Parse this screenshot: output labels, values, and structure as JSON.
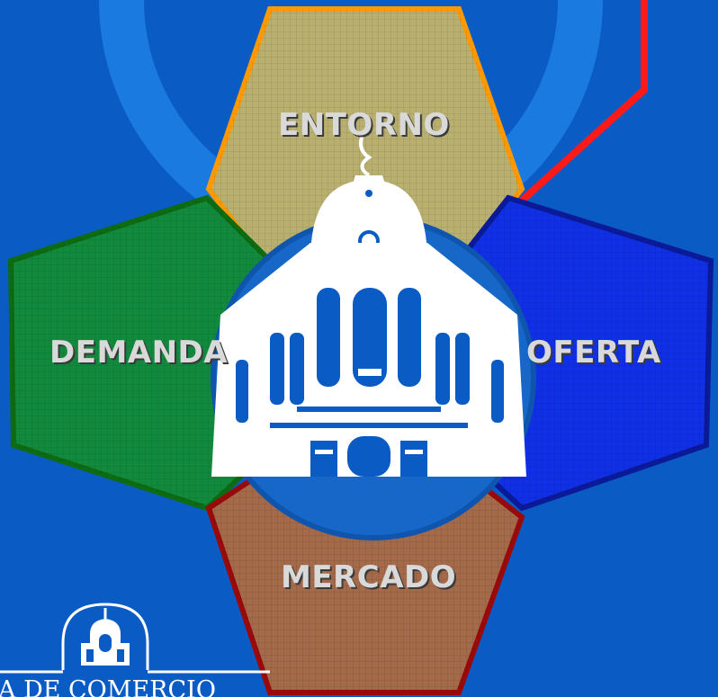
{
  "segments": {
    "top": {
      "label": "ENTORNO",
      "fill": "#b9b070",
      "stroke": "#ff9900"
    },
    "left": {
      "label": "DEMANDA",
      "fill": "#128a3e",
      "stroke": "#0d6b12"
    },
    "right": {
      "label": "OFERTA",
      "fill": "#1030e6",
      "stroke": "#0b1a99"
    },
    "bottom": {
      "label": "MERCADO",
      "fill": "#a46a4a",
      "stroke": "#9a0a0a"
    }
  },
  "colors": {
    "background": "#0a5bc4",
    "ring": "#1a7ae0",
    "center_disc": "#1767c9",
    "connector_line": "#ff1a1a"
  },
  "footer": {
    "text": "ASA DE COMERCIO"
  },
  "icons": {
    "building": "building-icon",
    "small_logo": "building-logo-icon"
  }
}
